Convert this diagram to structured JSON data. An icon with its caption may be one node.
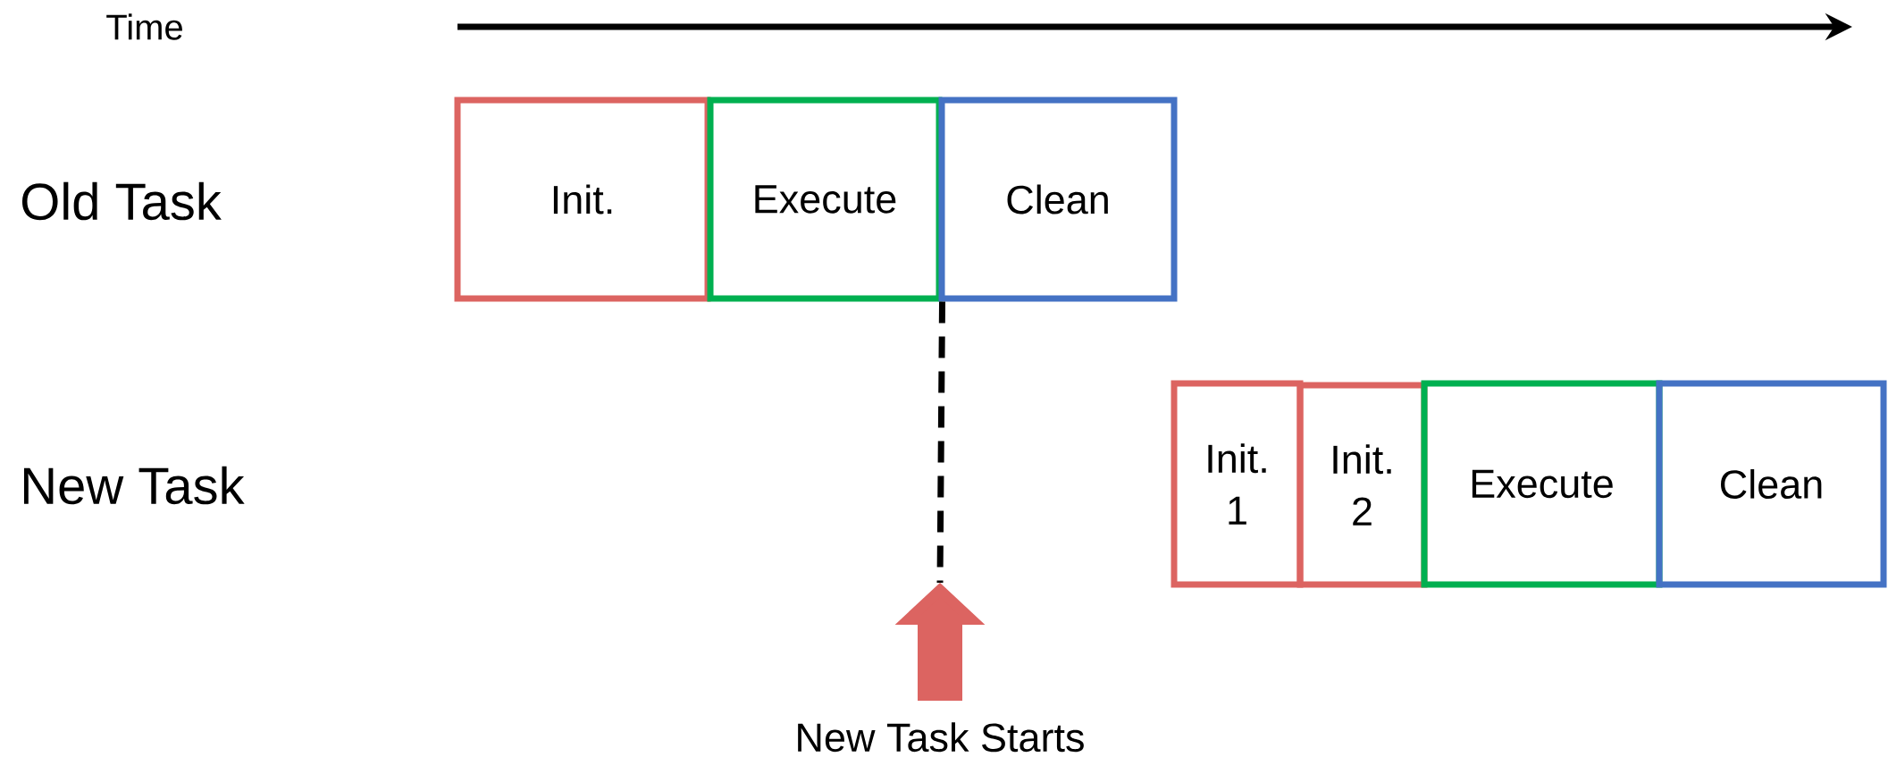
{
  "diagram": {
    "nodes": [
      {
        "text": [
          "Init."
        ]
      },
      {
        "text": [
          "Execute"
        ]
      },
      {
        "text": [
          "Clean"
        ]
      },
      {
        "text": [
          "Init. 1"
        ]
      },
      {
        "text": [
          "Init. 2"
        ]
      },
      {
        "text": [
          "Execute"
        ]
      },
      {
        "text": [
          "Clean"
        ]
      },
      {
        "text": [
          "New Task Starts"
        ]
      }
    ],
    "edges": [
      {
        "from": 1,
        "to": null,
        "arrow": "none",
        "style": "dashed"
      },
      {
        "from": 7,
        "to": null,
        "arrow": "to",
        "style": "thick",
        "color": "#dc6461"
      }
    ],
    "labels": [
      "Time",
      "Old Task",
      "New Task"
    ]
  }
}
